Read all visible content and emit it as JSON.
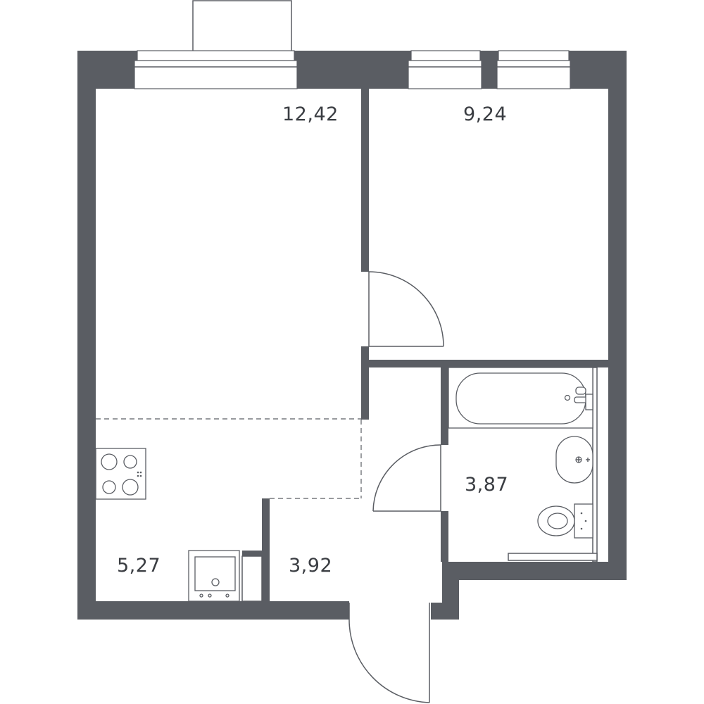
{
  "floor_plan": {
    "rooms": [
      {
        "id": "living-room",
        "area_label": "12,42"
      },
      {
        "id": "bedroom",
        "area_label": "9,24"
      },
      {
        "id": "kitchen",
        "area_label": "5,27"
      },
      {
        "id": "hallway",
        "area_label": "3,92"
      },
      {
        "id": "bathroom",
        "area_label": "3,87"
      }
    ],
    "colors": {
      "wall": "#5a5d63",
      "background": "#ffffff",
      "label": "#3a3d42"
    }
  }
}
